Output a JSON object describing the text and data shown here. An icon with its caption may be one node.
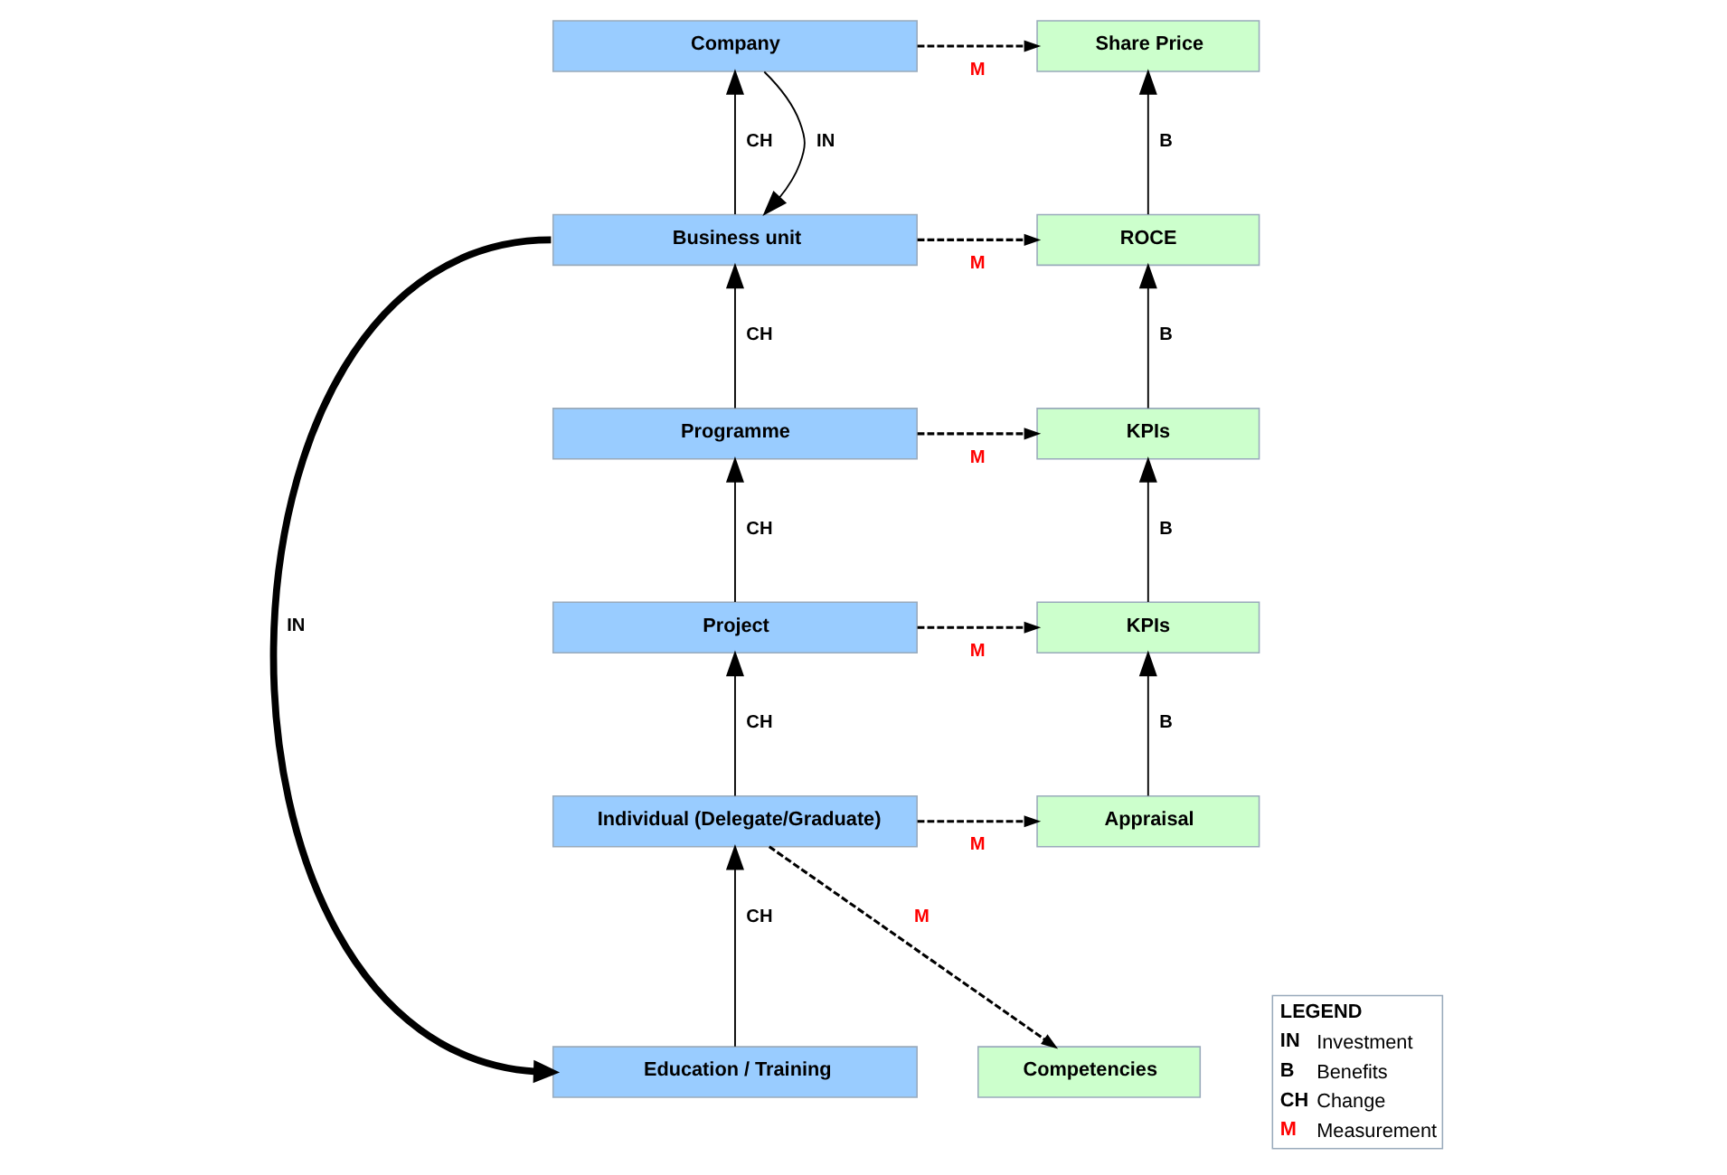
{
  "diagram": {
    "nodes": [
      {
        "text": [
          "Company"
        ]
      },
      {
        "text": [
          "Share Price"
        ]
      },
      {
        "text": [
          "Business unit"
        ]
      },
      {
        "text": [
          "ROCE"
        ]
      },
      {
        "text": [
          "Programme"
        ]
      },
      {
        "text": [
          "KPIs"
        ]
      },
      {
        "text": [
          "Project"
        ]
      },
      {
        "text": [
          "KPIs"
        ]
      },
      {
        "text": [
          "Individual (Delegate/Graduate)"
        ]
      },
      {
        "text": [
          "Appraisal"
        ]
      },
      {
        "text": [
          "Competencies"
        ]
      },
      {
        "text": [
          "Education / Training"
        ]
      }
    ],
    "edges": [
      {
        "from": 0,
        "to": 1,
        "arrow": "to",
        "label": "M",
        "style": "dashed"
      },
      {
        "from": 0,
        "to": 2,
        "arrow": "to",
        "label": "IN"
      },
      {
        "from": 2,
        "to": 0,
        "arrow": "to",
        "label": "CH"
      },
      {
        "from": 3,
        "to": 1,
        "arrow": "to",
        "label": "B"
      },
      {
        "from": 2,
        "to": 3,
        "arrow": "to",
        "label": "M",
        "style": "dashed"
      },
      {
        "from": 4,
        "to": 2,
        "arrow": "to",
        "label": "CH"
      },
      {
        "from": 5,
        "to": 3,
        "arrow": "to",
        "label": "B"
      },
      {
        "from": 4,
        "to": 5,
        "arrow": "to",
        "label": "M",
        "style": "dashed"
      },
      {
        "from": 6,
        "to": 4,
        "arrow": "to",
        "label": "CH"
      },
      {
        "from": 7,
        "to": 5,
        "arrow": "to",
        "label": "B"
      },
      {
        "from": 6,
        "to": 7,
        "arrow": "to",
        "label": "M",
        "style": "dashed"
      },
      {
        "from": 8,
        "to": 6,
        "arrow": "to",
        "label": "CH"
      },
      {
        "from": 9,
        "to": 7,
        "arrow": "to",
        "label": "B"
      },
      {
        "from": 8,
        "to": 9,
        "arrow": "to",
        "label": "M",
        "style": "dashed"
      },
      {
        "from": 8,
        "to": 10,
        "arrow": "to",
        "label": "M",
        "style": "dashed"
      },
      {
        "from": 11,
        "to": 8,
        "arrow": "to",
        "label": "CH"
      },
      {
        "from": 2,
        "to": 11,
        "arrow": "to",
        "label": "IN",
        "style": "thick"
      }
    ],
    "labels": [
      "LEGEND",
      "IN",
      "Investment",
      "B",
      "Benefits",
      "CH",
      "Change",
      "M",
      "Measurement"
    ]
  }
}
